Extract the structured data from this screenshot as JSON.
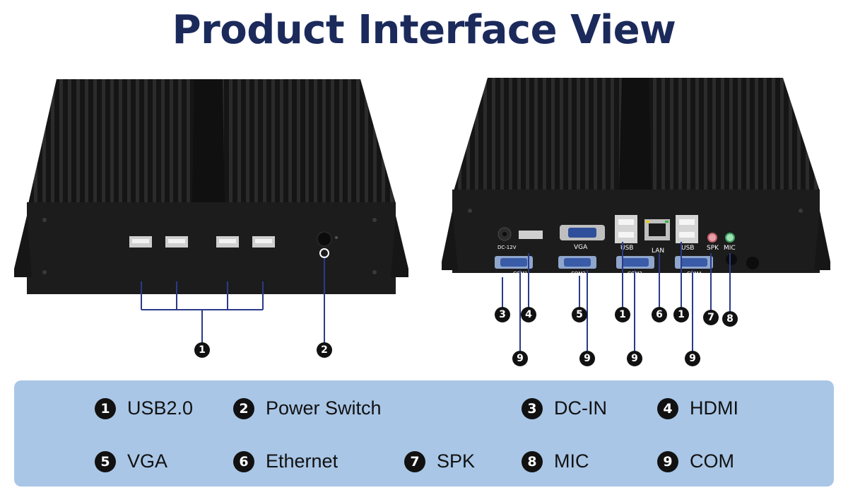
{
  "title": "Product Interface View",
  "front_markers": [
    "1",
    "2"
  ],
  "rear_markers": [
    "3",
    "4",
    "5",
    "1",
    "6",
    "1",
    "7",
    "8",
    "9",
    "9",
    "9",
    "9"
  ],
  "rear_port_labels": {
    "dc": "DC-12V",
    "vga": "VGA",
    "usb_a": "USB",
    "lan": "LAN",
    "usb_b": "USB",
    "spk": "SPK",
    "mic": "MIC",
    "com1": "COM1",
    "com2": "COM2",
    "com3": "COM3",
    "com4": "COM4"
  },
  "legend": [
    {
      "num": "1",
      "label": "USB2.0"
    },
    {
      "num": "2",
      "label": "Power Switch"
    },
    {
      "num": "3",
      "label": "DC-IN"
    },
    {
      "num": "4",
      "label": "HDMI"
    },
    {
      "num": "5",
      "label": "VGA"
    },
    {
      "num": "6",
      "label": "Ethernet"
    },
    {
      "num": "7",
      "label": "SPK"
    },
    {
      "num": "8",
      "label": "MIC"
    },
    {
      "num": "9",
      "label": "COM"
    }
  ],
  "colors": {
    "title": "#1b2a5b",
    "legend_bg": "#a9c6e6",
    "chassis": "#1a1a1a",
    "marker": "#111111"
  }
}
